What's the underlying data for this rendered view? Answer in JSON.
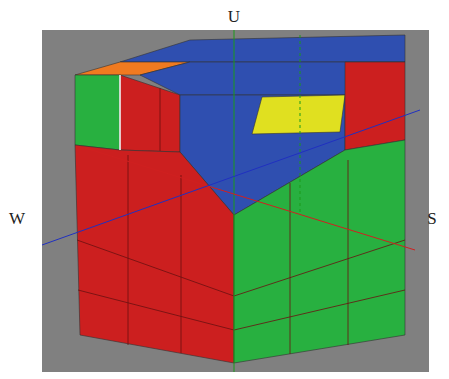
{
  "diagram": {
    "labels": [
      "U",
      "W",
      "S"
    ]
  }
}
